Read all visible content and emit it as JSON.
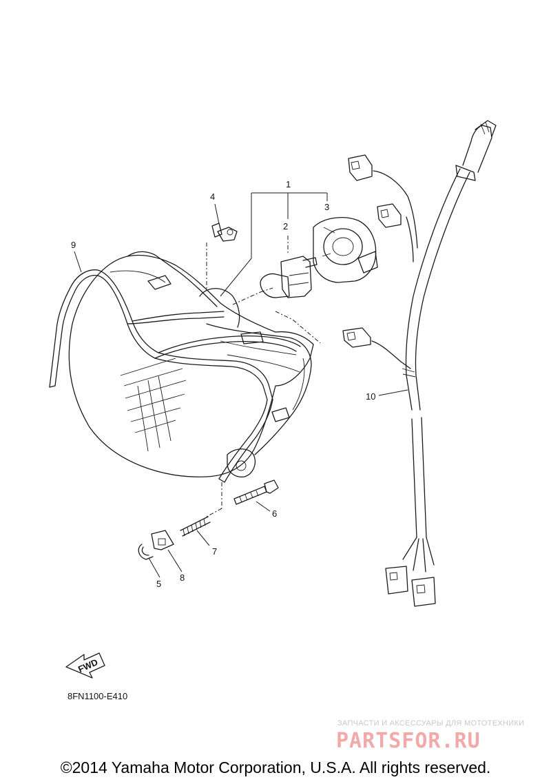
{
  "callouts": {
    "p1": "1",
    "p2": "2",
    "p3": "3",
    "p4": "4",
    "p5": "5",
    "p6": "6",
    "p7": "7",
    "p8": "8",
    "p9": "9",
    "p10": "10"
  },
  "fwd_label": "FWD",
  "diagram_code": "8FN1100-E410",
  "watermark": {
    "caption": "ЗАПЧАСТИ И АКСЕССУАРЫ ДЛЯ МОТОТЕХНИКИ",
    "logo_text": "PARTSFOR.RU"
  },
  "copyright": "©2014 Yamaha Motor Corporation, U.S.A. All rights reserved."
}
